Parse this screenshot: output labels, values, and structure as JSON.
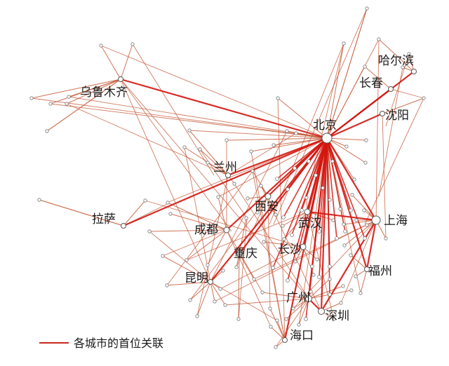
{
  "legend": {
    "label": "各城市的首位关联",
    "color": "#c8281e"
  },
  "colors": {
    "link_strong": "#d3160f",
    "link_weak": "#c65a3a",
    "node_fill": "#ffffff",
    "node_stroke": "#777777"
  },
  "cities": [
    {
      "name": "北京"
    },
    {
      "name": "上海"
    },
    {
      "name": "哈尔滨"
    },
    {
      "name": "长春"
    },
    {
      "name": "沈阳"
    },
    {
      "name": "乌鲁木齐"
    },
    {
      "name": "兰州"
    },
    {
      "name": "西安"
    },
    {
      "name": "拉萨"
    },
    {
      "name": "成都"
    },
    {
      "name": "武汉"
    },
    {
      "name": "重庆"
    },
    {
      "name": "长沙"
    },
    {
      "name": "福州"
    },
    {
      "name": "昆明"
    },
    {
      "name": "广州"
    },
    {
      "name": "深圳"
    },
    {
      "name": "海口"
    }
  ]
}
